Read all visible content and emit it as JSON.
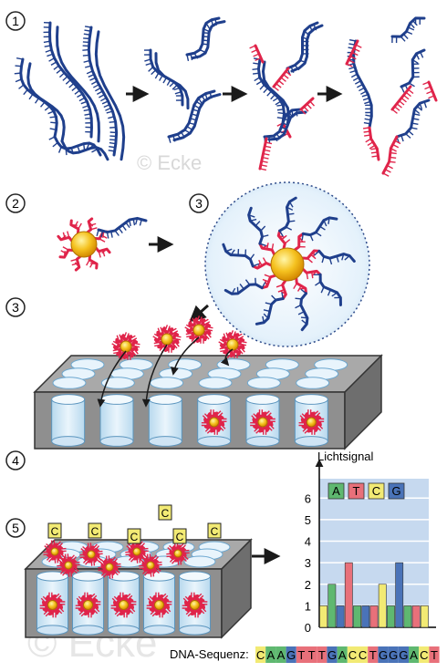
{
  "steps": [
    {
      "label": "1"
    },
    {
      "label": "2"
    },
    {
      "label": "3"
    },
    {
      "label": "3"
    },
    {
      "label": "4"
    },
    {
      "label": "5"
    }
  ],
  "watermark": {
    "text_top": "© Ecke",
    "text_bottom": "© Ecke"
  },
  "flow_bases": [
    "C",
    "C",
    "C",
    "C",
    "C",
    "C"
  ],
  "chart": {
    "ylabel": "Lichtsignal",
    "legend": [
      {
        "base": "A",
        "color": "#5fb870"
      },
      {
        "base": "T",
        "color": "#e8707a"
      },
      {
        "base": "C",
        "color": "#f2ea74"
      },
      {
        "base": "G",
        "color": "#4a73b8"
      }
    ]
  },
  "chart_data": {
    "type": "bar",
    "ylabel": "Lichtsignal",
    "yticks": [
      "0",
      "1",
      "2",
      "3",
      "4",
      "5",
      "6"
    ],
    "ylim": [
      0,
      6.9
    ],
    "bars": [
      {
        "base": "C",
        "value": 1
      },
      {
        "base": "A",
        "value": 2
      },
      {
        "base": "G",
        "value": 1
      },
      {
        "base": "T",
        "value": 3
      },
      {
        "base": "A",
        "value": 1
      },
      {
        "base": "G",
        "value": 1
      },
      {
        "base": "T",
        "value": 1
      },
      {
        "base": "C",
        "value": 2
      },
      {
        "base": "A",
        "value": 1
      },
      {
        "base": "G",
        "value": 3
      },
      {
        "base": "A",
        "value": 1
      },
      {
        "base": "T",
        "value": 1
      },
      {
        "base": "C",
        "value": 1
      }
    ]
  },
  "sequence": {
    "label": "DNA-Sequenz:",
    "bases": [
      "C",
      "A",
      "A",
      "G",
      "T",
      "T",
      "T",
      "G",
      "A",
      "C",
      "C",
      "T",
      "G",
      "G",
      "G",
      "A",
      "C",
      "T"
    ]
  },
  "colors": {
    "A": "#5fb870",
    "T": "#e8707a",
    "C": "#f2ea74",
    "G": "#4a73b8"
  }
}
